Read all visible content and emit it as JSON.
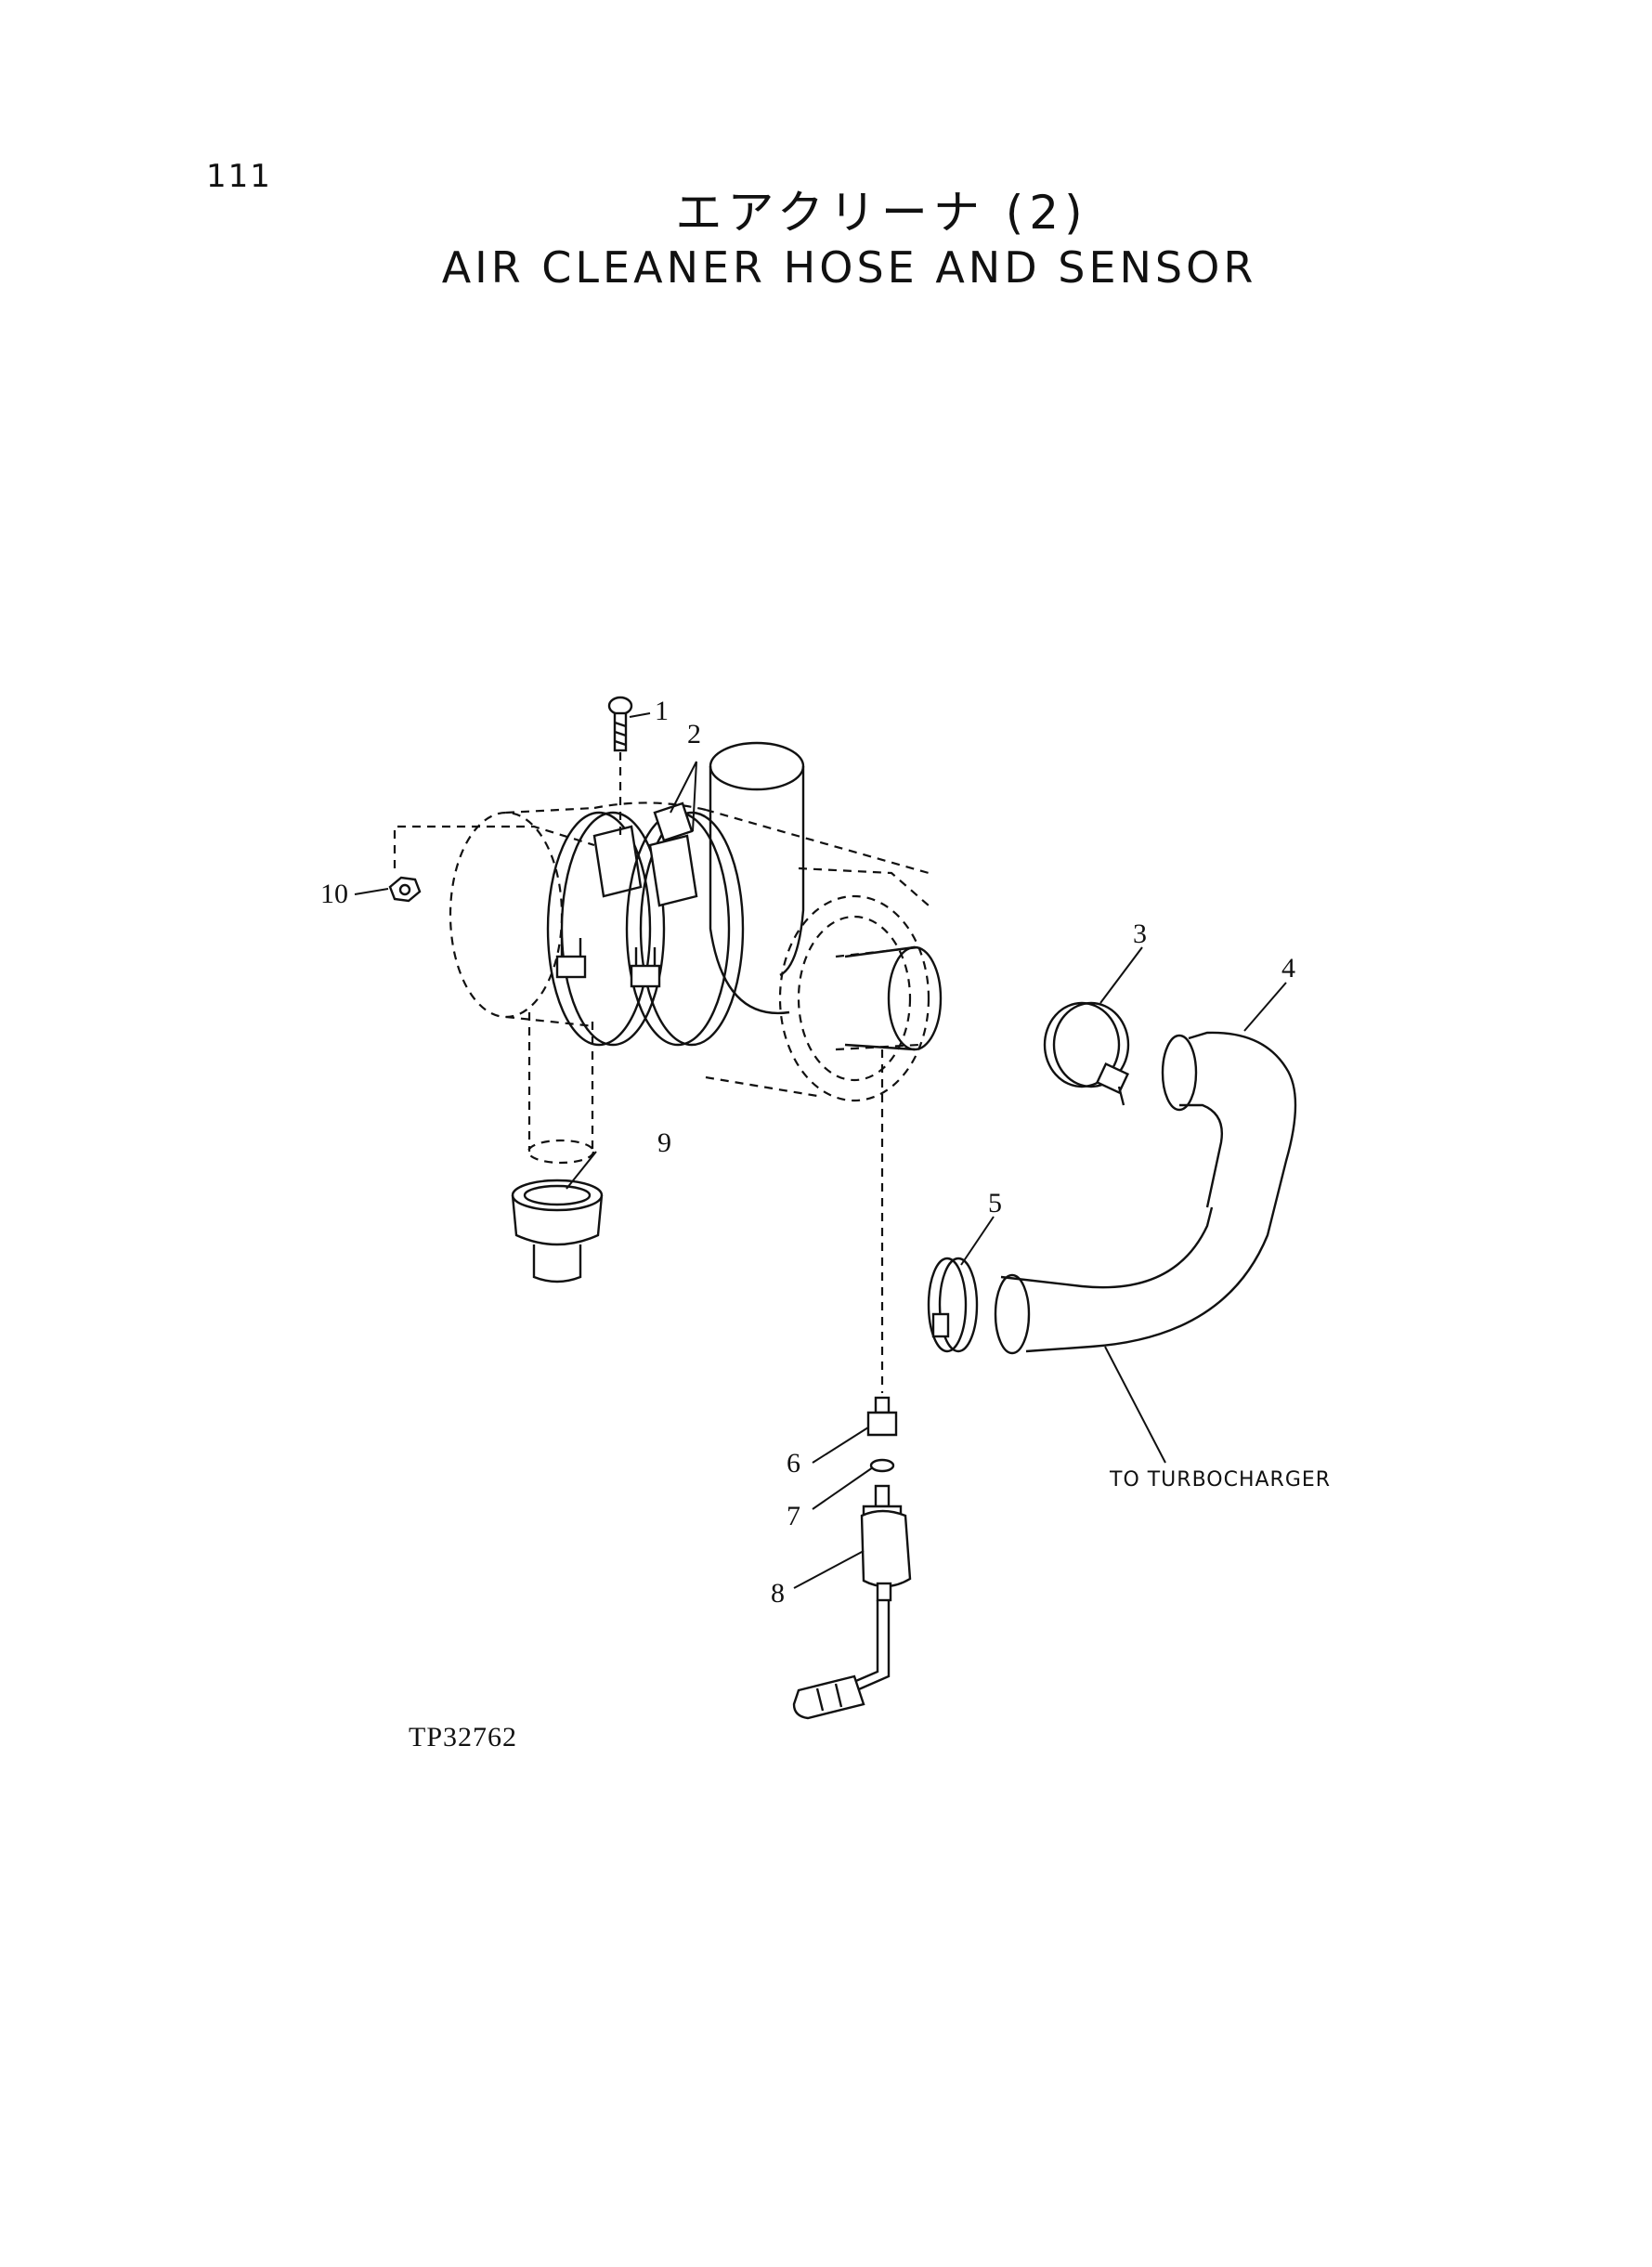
{
  "page_number": "111",
  "title_jp": "エアクリーナ (2)",
  "title_en": "AIR CLEANER HOSE AND SENSOR",
  "callouts": [
    "1",
    "2",
    "3",
    "4",
    "5",
    "6",
    "7",
    "8",
    "9",
    "10"
  ],
  "note_to_turbocharger": "TO TURBOCHARGER",
  "reference_code": "TP32762"
}
